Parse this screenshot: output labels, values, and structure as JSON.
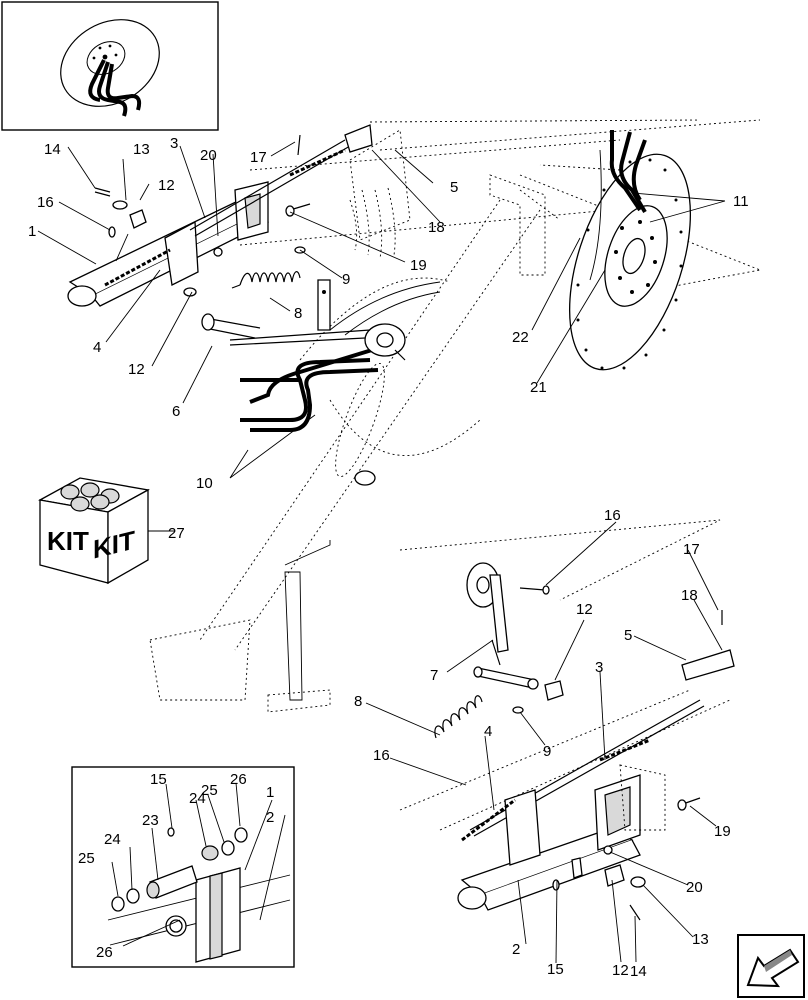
{
  "callouts": {
    "c1a": "1",
    "c3a": "3",
    "c4a": "4",
    "c5a": "5",
    "c6a": "6",
    "c8a": "8",
    "c9a": "9",
    "c10a": "10",
    "c11a": "11",
    "c12a": "12",
    "c12b": "12",
    "c13a": "13",
    "c14a": "14",
    "c16a": "16",
    "c17a": "17",
    "c18a": "18",
    "c19a": "19",
    "c20a": "20",
    "c21a": "21",
    "c22a": "22",
    "c27a": "27",
    "c2b": "2",
    "c3b": "3",
    "c4b": "4",
    "c5b": "5",
    "c7b": "7",
    "c8b": "8",
    "c9b": "9",
    "c12c": "12",
    "c12d": "12",
    "c13b": "13",
    "c14b": "14",
    "c15b": "15",
    "c16b": "16",
    "c17b": "17",
    "c18b": "18",
    "c19b": "19",
    "c20b": "20",
    "c1c": "1",
    "c2c": "2",
    "c15c": "15",
    "c23c": "23",
    "c24c": "24",
    "c24d": "24",
    "c25c": "25",
    "c25d": "25",
    "c26c": "26",
    "c26d": "26"
  },
  "kit_box": {
    "label_left": "KIT",
    "label_right": "KIT"
  },
  "icons": {
    "overview": "disc-coulter-overview-icon",
    "navigation": "return-arrow-icon"
  }
}
